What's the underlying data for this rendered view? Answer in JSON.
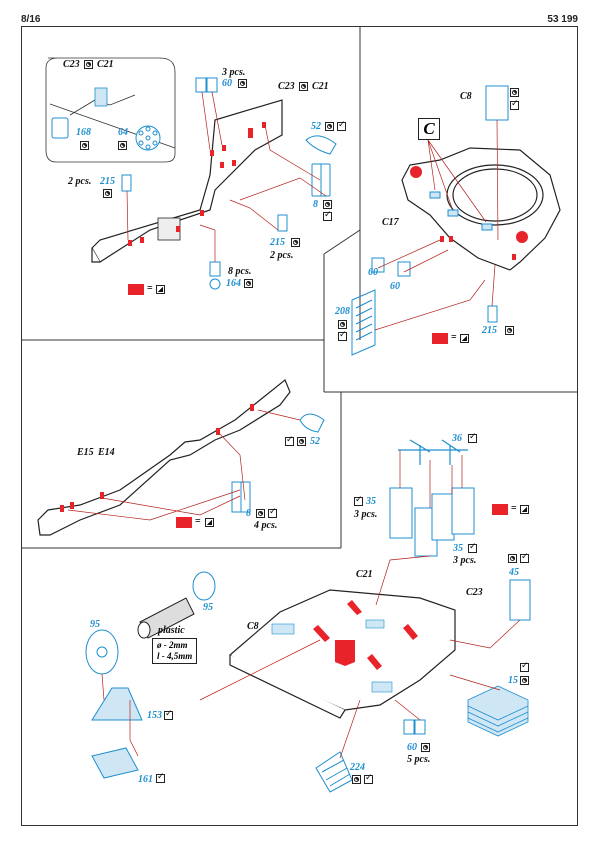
{
  "header": {
    "page_number": "8/16",
    "product_code": "53 199"
  },
  "legend": {
    "equals": "="
  },
  "panel1": {
    "labels": {
      "c23_inset": "C23",
      "c21_inset": "C21",
      "part_168": "168",
      "part_64": "64",
      "three_pcs": "3 pcs.",
      "part_60": "60",
      "c23": "C23",
      "c21": "C21",
      "part_52": "52",
      "two_pcs_top": "2 pcs.",
      "part_215_left": "215",
      "part_8": "8",
      "part_215_bottom": "215",
      "two_pcs_bottom": "2 pcs.",
      "eight_pcs": "8 pcs.",
      "part_164": "164"
    }
  },
  "panel2": {
    "labels": {
      "c8": "C8",
      "big_c": "C",
      "c17": "C17",
      "part_60_a": "60",
      "part_60_b": "60",
      "part_208": "208",
      "part_215": "215"
    }
  },
  "panel3": {
    "labels": {
      "e15": "E15",
      "e14": "E14",
      "part_52": "52",
      "part_8": "8",
      "four_pcs": "4 pcs."
    }
  },
  "panel4": {
    "labels": {
      "part_36": "36",
      "part_35_a": "35",
      "three_pcs_a": "3 pcs.",
      "part_35_b": "35",
      "three_pcs_b": "3 pcs.",
      "c21": "C21",
      "c23": "C23",
      "part_45": "45",
      "part_95_right": "95",
      "part_95_left": "95",
      "plastic": "plastic",
      "dia": "ø - 2mm",
      "len": "l - 4,5mm",
      "c8": "C8",
      "part_153": "153",
      "part_15": "15",
      "part_161": "161",
      "part_224": "224",
      "part_60": "60",
      "five_pcs": "5 pcs."
    }
  },
  "colors": {
    "red": "#e8232a",
    "blue": "#1e8fd0",
    "light_blue": "#cfe6f5"
  }
}
